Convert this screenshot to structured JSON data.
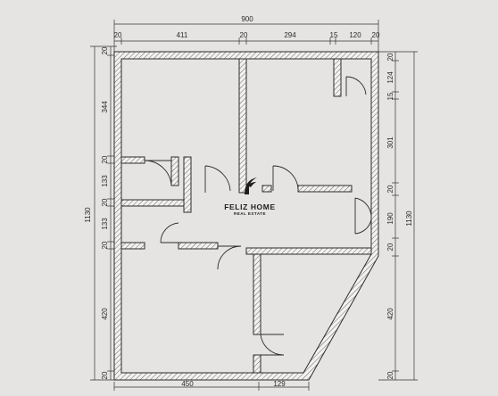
{
  "plan": {
    "dimensions": {
      "top_total": "900",
      "top_segments": [
        "20",
        "411",
        "20",
        "294",
        "15",
        "120",
        "20"
      ],
      "left_total": "1130",
      "left_segments": [
        "20",
        "344",
        "20",
        "133",
        "20",
        "133",
        "20",
        "420",
        "20"
      ],
      "right_inner": [
        "20",
        "124",
        "15",
        "301",
        "20",
        "190",
        "20",
        "420",
        "20"
      ],
      "right_total": "1130",
      "bottom_segments": [
        "450",
        "129"
      ]
    },
    "watermark": {
      "brand": "FELIZ HOME",
      "tagline": "REAL ESTATE"
    }
  }
}
